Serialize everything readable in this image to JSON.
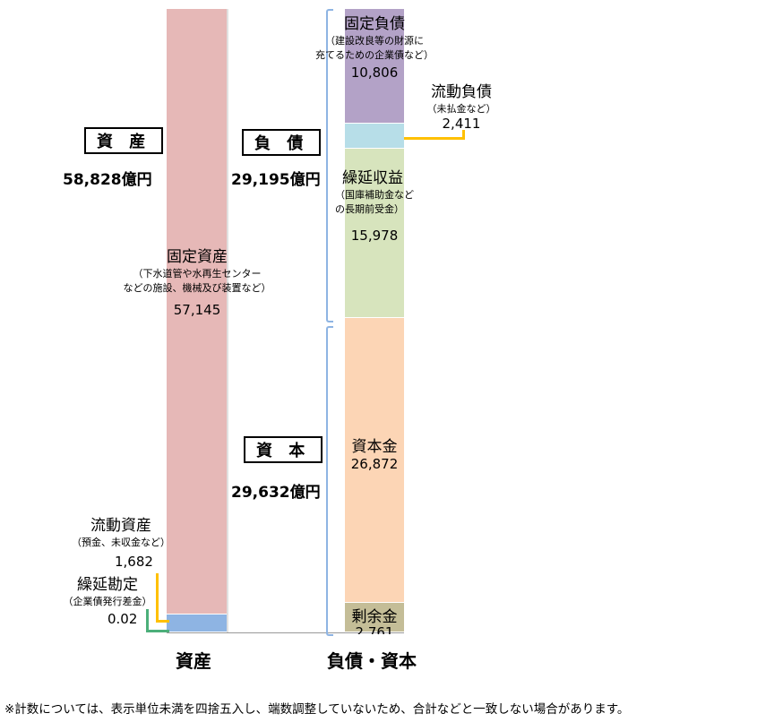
{
  "chart_data": {
    "type": "bar",
    "stacked": true,
    "categories": [
      "資産",
      "負債・資本"
    ],
    "series": [
      {
        "name": "固定資産",
        "category": "資産",
        "value": 57145,
        "note": "（下水道管や水再生センター",
        "note2": "などの施設、機械及び装置など）",
        "color": "#e6b8b7"
      },
      {
        "name": "流動資産",
        "category": "資産",
        "value": 1682,
        "note": "（預金、未収金など）",
        "color": "#8eb4e3"
      },
      {
        "name": "繰延勘定",
        "category": "資産",
        "value": 0.02,
        "note": "（企業債発行差金）",
        "color": "#4caf7a"
      },
      {
        "name": "固定負債",
        "category": "負債・資本",
        "value": 10806,
        "note": "（建設改良等の財源に",
        "note2": "充てるための企業債など）",
        "color": "#b3a2c7"
      },
      {
        "name": "流動負債",
        "category": "負債・資本",
        "value": 2411,
        "note": "（未払金など）",
        "color": "#b7dee8"
      },
      {
        "name": "繰延収益",
        "category": "負債・資本",
        "value": 15978,
        "note": "（国庫補助金など",
        "note2": "の長期前受金）",
        "color": "#d7e4bd"
      },
      {
        "name": "資本金",
        "category": "負債・資本",
        "value": 26872,
        "color": "#fcd5b5"
      },
      {
        "name": "剰余金",
        "category": "負債・資本",
        "value": 2761,
        "color": "#c4bd97"
      }
    ],
    "value_labels": [
      "57,145",
      "1,682",
      "0.02",
      "10,806",
      "2,411",
      "15,978",
      "26,872",
      "2,761"
    ],
    "groups": [
      {
        "label": "資 産",
        "total": "58,828億円"
      },
      {
        "label": "負 債",
        "total": "29,195億円"
      },
      {
        "label": "資 本",
        "total": "29,632億円"
      }
    ],
    "legend_placement": "none",
    "grid": false
  },
  "footnote": "※計数については、表示単位未満を四捨五入し、端数調整していないため、合計などと一致しない場合があります。"
}
